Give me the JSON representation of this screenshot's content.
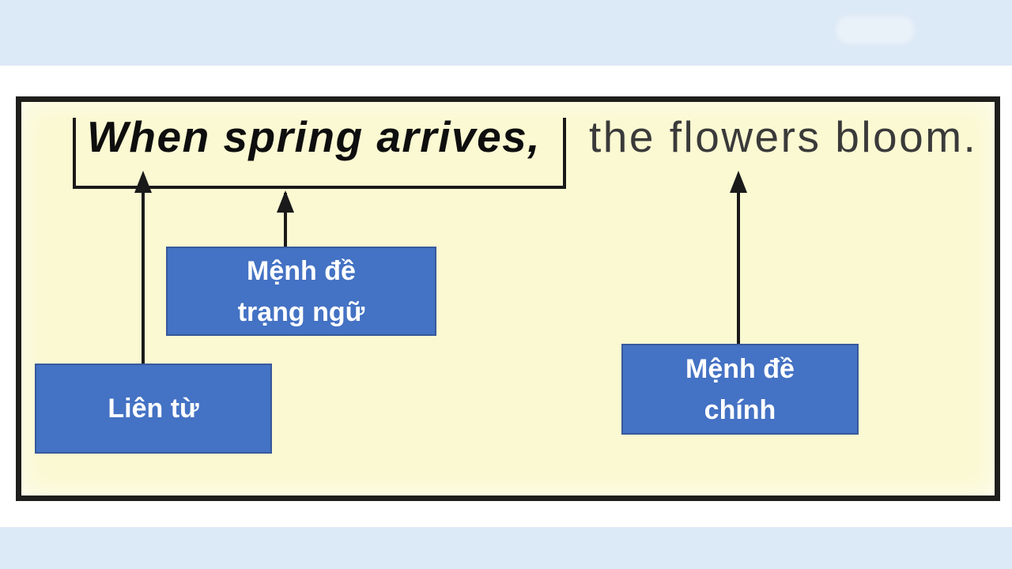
{
  "sentence": {
    "dependent_clause": "When spring arrives,",
    "main_clause": "the flowers bloom."
  },
  "labels": {
    "adverbial_clause": {
      "line1": "Mệnh đề",
      "line2": "trạng ngữ"
    },
    "conjunction": {
      "text": "Liên từ"
    },
    "main_clause": {
      "line1": "Mệnh đề",
      "line2": "chính"
    }
  },
  "colors": {
    "label_box_fill": "#4472c4",
    "label_box_border": "#38599b",
    "label_text": "#ffffff",
    "panel_background": "#fbf9d2",
    "panel_border": "#1e1e1c",
    "band_blue": "#dce9f6",
    "connector_black": "#1a1a1a",
    "dependent_clause_text": "#0e0e0e",
    "main_clause_text": "#3a3a3a"
  }
}
